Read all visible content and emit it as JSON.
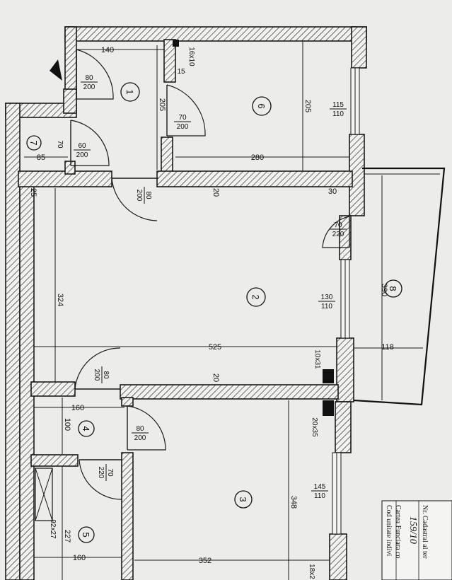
{
  "rooms": [
    "1",
    "2",
    "3",
    "4",
    "5",
    "6",
    "7",
    "8"
  ],
  "dimensions": {
    "d140": "140",
    "d205a": "205",
    "d205b": "205",
    "d280": "280",
    "d85": "85",
    "d25": "25",
    "d20a": "20",
    "d20b": "20",
    "d30": "30",
    "d324": "324",
    "d525": "525",
    "d390": "390",
    "d118": "118",
    "d160a": "160",
    "d100": "100",
    "d348": "348",
    "d227": "227",
    "d160b": "160",
    "d352": "352",
    "d15": "15",
    "d16x10": "16x10",
    "d10x31": "10x31",
    "d20x35": "20x35",
    "d92x27": "92x27",
    "d18x2": "18x2",
    "d70": "70"
  },
  "doors": [
    {
      "top": "80",
      "bottom": "200"
    },
    {
      "top": "70",
      "bottom": "200"
    },
    {
      "top": "60",
      "bottom": "200"
    },
    {
      "top": "80",
      "bottom": "200"
    },
    {
      "top": "70",
      "bottom": "220"
    },
    {
      "top": "80",
      "bottom": "200"
    },
    {
      "top": "80",
      "bottom": "200"
    },
    {
      "top": "70",
      "bottom": "220"
    }
  ],
  "windows": [
    {
      "top": "115",
      "bottom": "110"
    },
    {
      "top": "130",
      "bottom": "110"
    },
    {
      "top": "145",
      "bottom": "110"
    }
  ],
  "legend": {
    "line1": "Nr. Cadastral al ter",
    "line2": "159/10",
    "line3": "Cartea Funciara co",
    "line4": "Cod unitate indivi"
  }
}
